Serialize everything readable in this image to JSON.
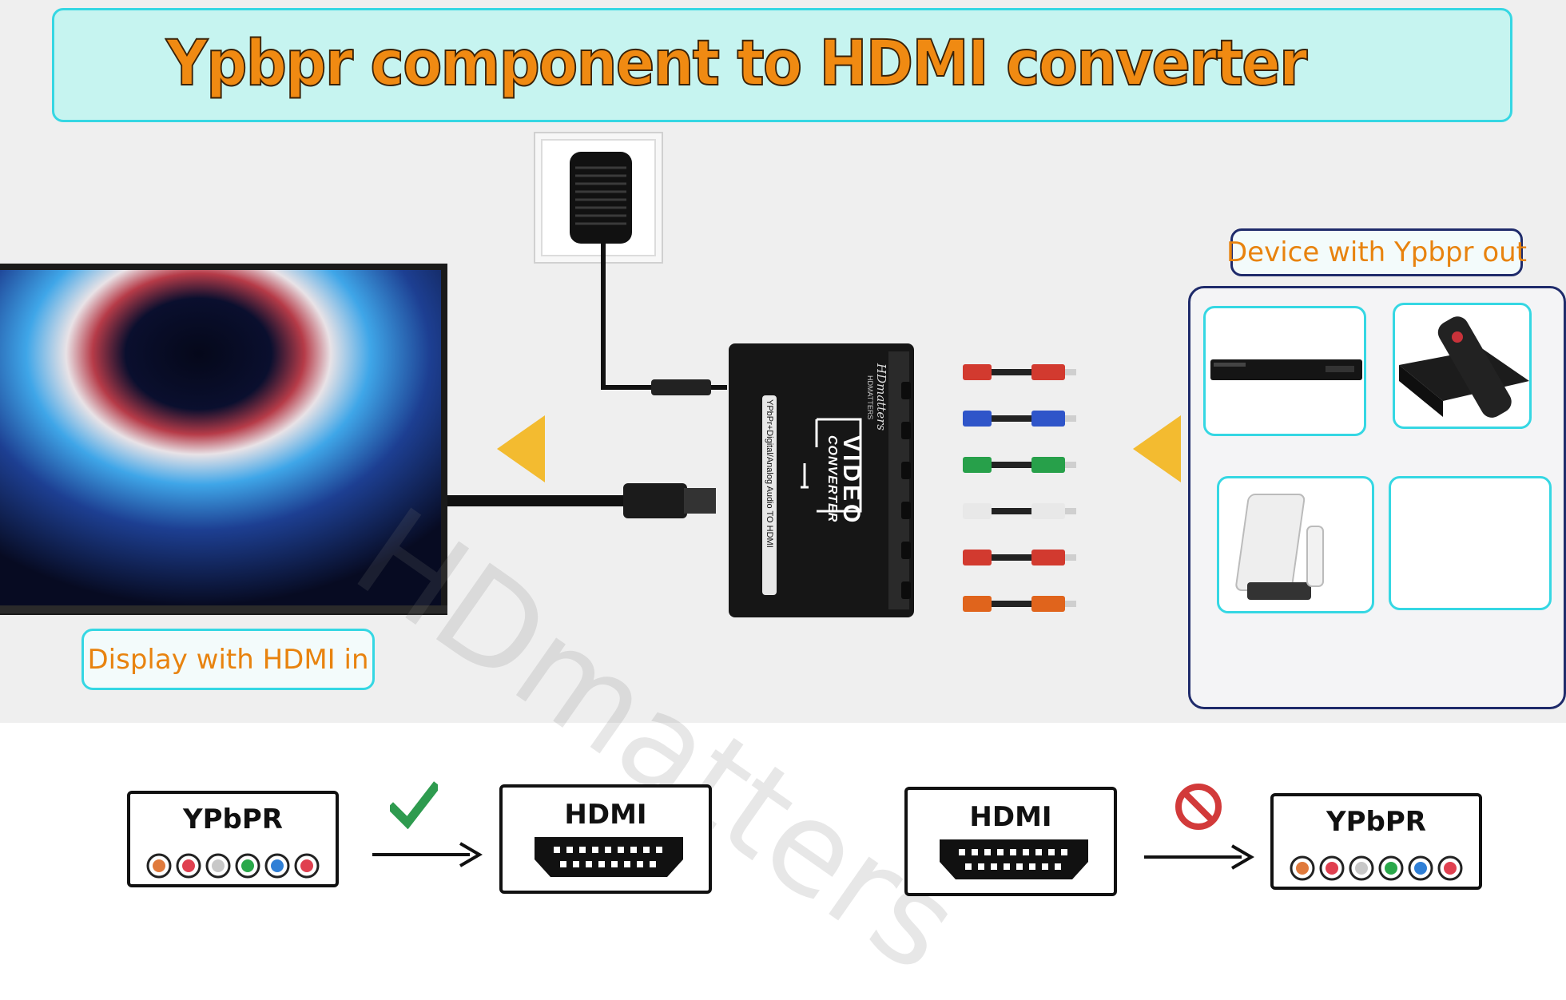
{
  "title": "Ypbpr component to HDMI converter",
  "watermark": "HDmatters",
  "labels": {
    "display": "Display with HDMI in",
    "device": "Device with Ypbpr out"
  },
  "converter": {
    "brand": "HDmatters",
    "brand_caps": "HDMATTERS",
    "line1": "VIDEO",
    "line2": "CONVERTER",
    "side_text": "YPbPr+Digital/Analog Audio TO HDMI"
  },
  "legend": {
    "left": {
      "from": "YPbPR",
      "to": "HDMI",
      "status": "check-icon"
    },
    "right": {
      "from": "HDMI",
      "to": "YPbPR",
      "status": "prohibited-icon"
    }
  },
  "colors": {
    "title_text": "#f08a12",
    "banner_bg": "#c6f4f0",
    "banner_border": "#35d7e3",
    "label_text": "#e8830f",
    "panel_border": "#1f2b6b",
    "arrow": "#f3b51b",
    "check": "#2e9b4f",
    "prohibited": "#d23a3a"
  },
  "rca_colors": [
    "#d23a2f",
    "#2f55c9",
    "#27a04a",
    "#e8e8e8",
    "#d23a2f",
    "#e0641c"
  ],
  "legend_dot_colors": [
    "#e07a3c",
    "#e04050",
    "#c8c8c8",
    "#2aa84a",
    "#2f7fd6",
    "#e04050"
  ]
}
